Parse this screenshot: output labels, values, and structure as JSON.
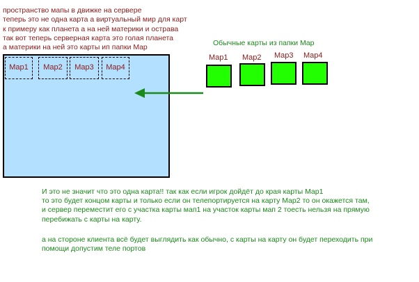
{
  "intro_lines": [
    "пространство  мапы  в движке на сервере",
    "теперь это не одна карта а виртуальный мир для карт",
    "к примеру как планета а на ней материки и острава",
    "так вот теперь серверная карта это голая планета",
    "а материки на ней это карты ип папки Map"
  ],
  "world_slots": [
    "Map1",
    "Map2",
    "Map3",
    "Map4"
  ],
  "legend": "Обычные карты из папки Map",
  "cards": [
    "Map1",
    "Map2",
    "Map3",
    "Map4"
  ],
  "bottom_lines": [
    "И это не значит что это одна карта!! так как если игрок дойдёт до края карты Map1",
    " то это будет концом карты и только если он телепортируется на карту Map2 то он окажется там,",
    "и сервер переместит его с участка карты мап1 на участок карты мап 2 тоесть нельзя на прямую",
    "перебижать с карты на карту.",
    "а на стороне клиента всё будет выглядить как обычно, с карты на карту он будет переходить при",
    "помощи допустим теле портов"
  ],
  "colors": {
    "label_text": "#8b1a1a",
    "note_text": "#1a8a1a",
    "world_fill": "#b3e0ff",
    "card_fill": "#22ff00",
    "arrow": "#1a8a1a"
  }
}
